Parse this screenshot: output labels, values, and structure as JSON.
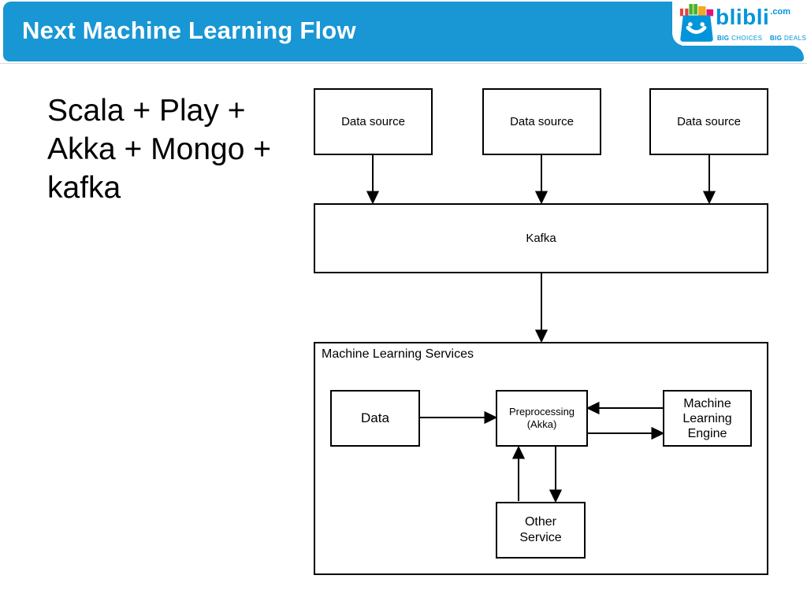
{
  "slide": {
    "header": {
      "title": "Next Machine Learning Flow",
      "bar_color": "#1996D4",
      "text_color": "#ffffff"
    },
    "logo": {
      "brand": "blibli",
      "tld": ".com",
      "tagline": {
        "big1": "BIG",
        "choices": "CHOICES",
        "big2": "BIG",
        "deals": "DEALS"
      },
      "brand_color": "#0095DA",
      "icon": "blibli-shopping-bag-icon"
    },
    "note": {
      "lines": [
        "Scala + Play +",
        "Akka + Mongo +",
        "kafka"
      ]
    },
    "diagram": {
      "line_color": "#000000",
      "sources": [
        "Data source",
        "Data source",
        "Data source"
      ],
      "kafka_label": "Kafka",
      "container_label": "Machine Learning Services",
      "data_label": "Data",
      "preprocessing": {
        "line1": "Preprocessing",
        "line2": "(Akka)"
      },
      "engine_lines": [
        "Machine",
        "Learning",
        "Engine"
      ],
      "other_lines": [
        "Other",
        "Service"
      ]
    }
  }
}
